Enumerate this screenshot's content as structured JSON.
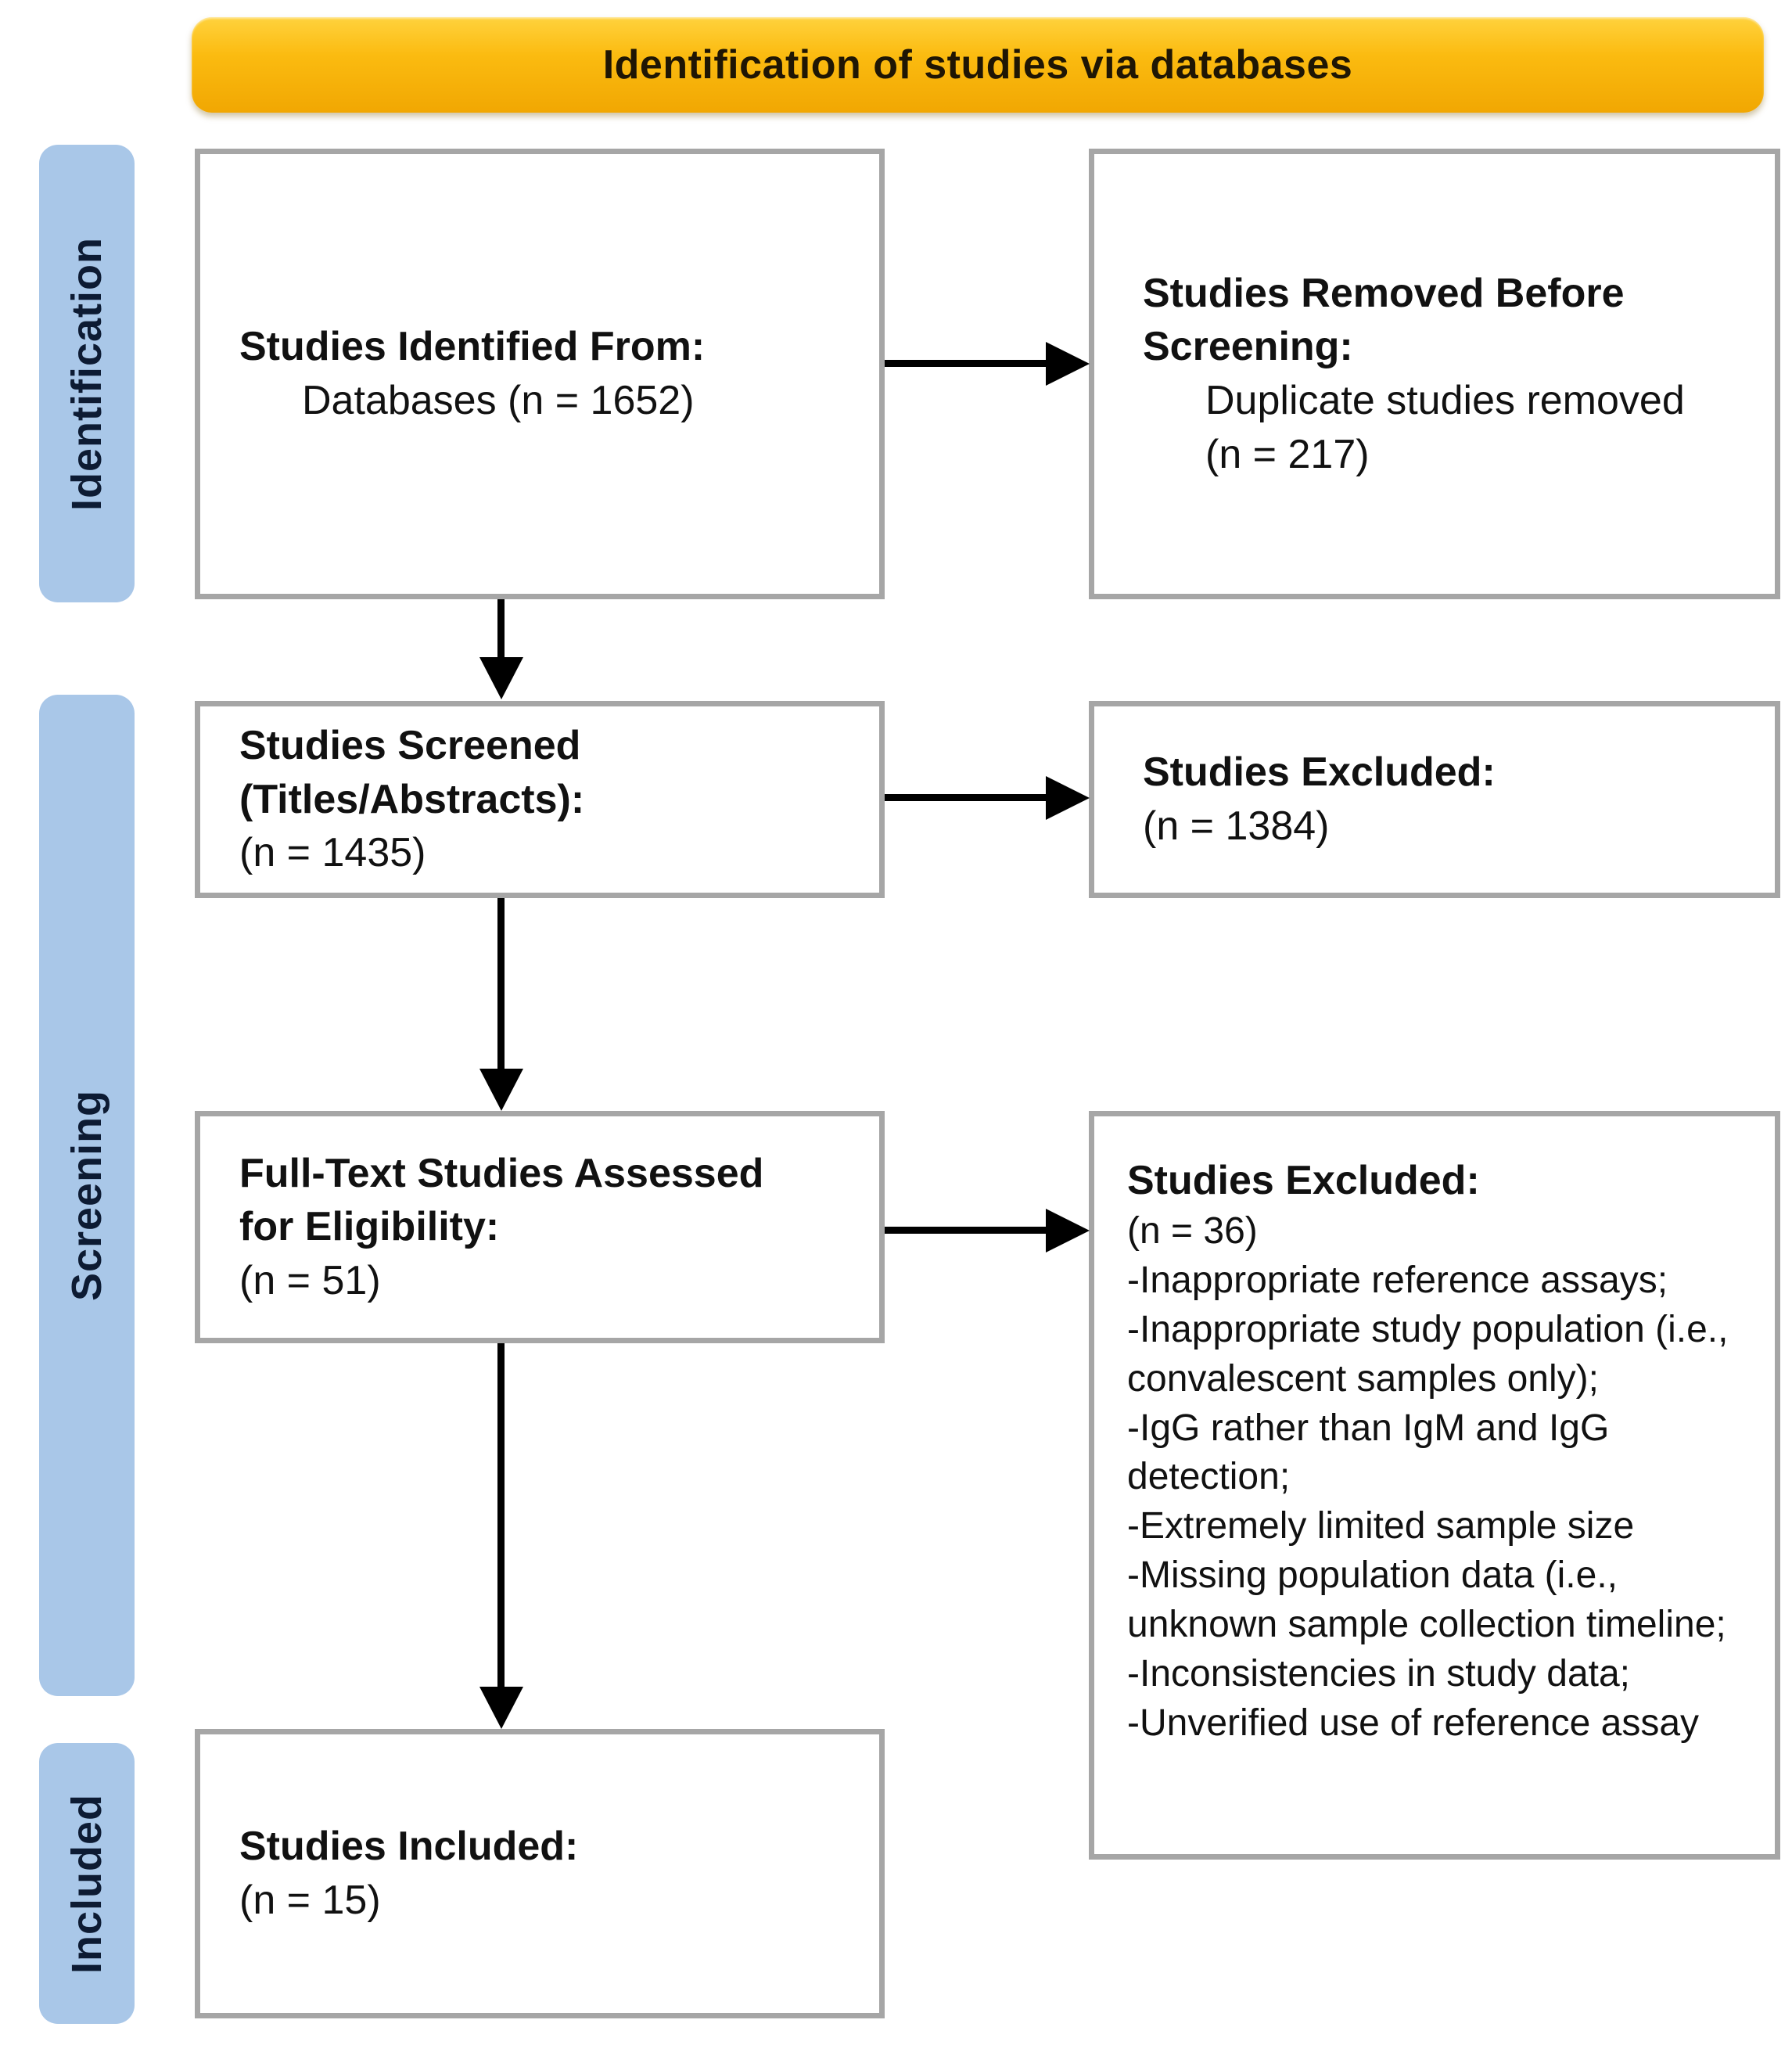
{
  "banner": {
    "title": "Identification of studies via databases",
    "background": "#F9BB0F",
    "text_color": "#1F1604"
  },
  "sidebar": {
    "bar_color": "#A9C7E8",
    "label_color": "#0D1B33",
    "stages": [
      {
        "label": "Identification"
      },
      {
        "label": "Screening"
      },
      {
        "label": "Included"
      }
    ]
  },
  "boxes": {
    "identified": {
      "heading": "Studies Identified From:",
      "body_lines": [
        "Databases (n = 1652)"
      ]
    },
    "removed_before_screening": {
      "heading_lines": [
        "Studies Removed Before",
        "Screening:"
      ],
      "body_lines": [
        "Duplicate studies removed",
        "(n = 217)"
      ]
    },
    "screened": {
      "heading_lines": [
        "Studies Screened",
        "(Titles/Abstracts):"
      ],
      "body_lines": [
        "(n = 1435)"
      ]
    },
    "excluded_screening": {
      "heading": "Studies Excluded:",
      "body_lines": [
        "(n = 1384)"
      ]
    },
    "full_text_assessed": {
      "heading_lines": [
        "Full-Text Studies Assessed",
        "for Eligibility:"
      ],
      "body_lines": [
        "(n = 51)"
      ]
    },
    "excluded_full_text": {
      "heading": "Studies Excluded:",
      "count": "(n = 36)",
      "reasons": [
        "-Inappropriate reference assays;",
        "-Inappropriate study population (i.e., convalescent samples only);",
        "-IgG rather than IgM and IgG detection;",
        "-Extremely limited sample size",
        "-Missing population data (i.e., unknown sample collection timeline;",
        "-Inconsistencies in study data;",
        "-Unverified use of reference assay"
      ]
    },
    "included": {
      "heading": "Studies Included:",
      "body_lines": [
        "(n = 15)"
      ]
    }
  },
  "styles": {
    "box_border": "#A6A6A6",
    "arrow_color": "#000000"
  }
}
